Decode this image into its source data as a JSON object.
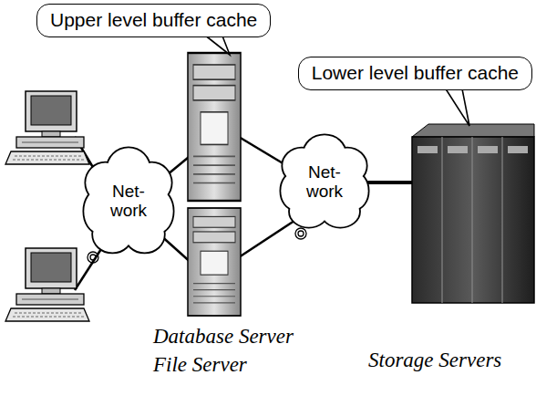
{
  "diagram": {
    "nodes": [
      {
        "text": [
          "Upper level buffer cache"
        ]
      },
      {
        "text": [
          "Lower level buffer cache"
        ]
      },
      {
        "text": [
          "Net- work"
        ]
      },
      {
        "text": [
          "Net- work"
        ]
      }
    ],
    "labels": [
      "Database Server",
      "File Server",
      "Storage Servers"
    ]
  }
}
